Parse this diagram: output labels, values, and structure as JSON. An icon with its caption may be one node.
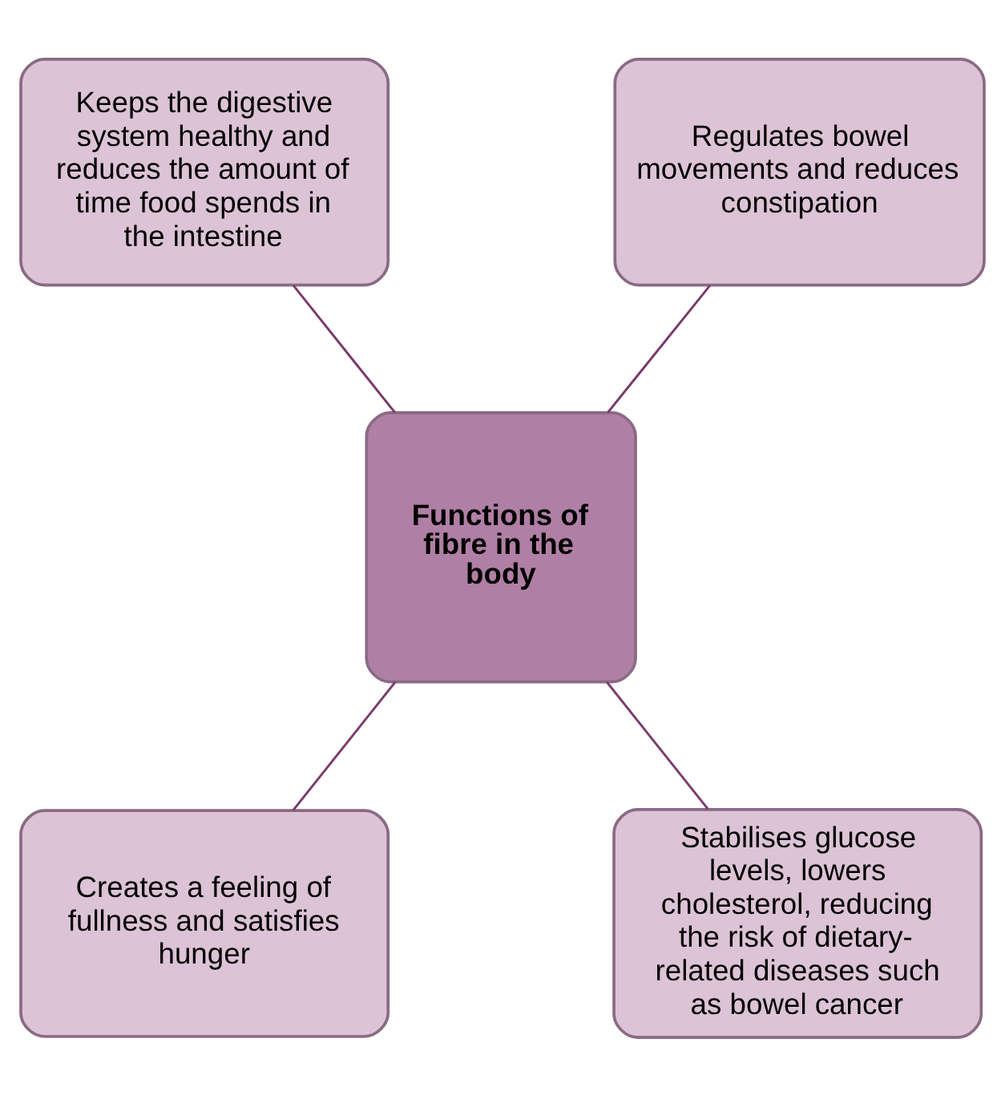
{
  "diagram": {
    "nodes": [
      {
        "text": [
          "Functions of fibre in the body"
        ]
      },
      {
        "text": [
          "Keeps the digestive system healthy and reduces the amount of time food spends in the intestine"
        ]
      },
      {
        "text": [
          "Regulates bowel movements and reduces constipation"
        ]
      },
      {
        "text": [
          "Creates a feeling of fullness and satisfies hunger"
        ]
      },
      {
        "text": [
          "Stabilises glucose levels, lowers cholesterol, reducing the risk of dietary-related diseases such as bowel cancer"
        ]
      }
    ],
    "edges": [
      {
        "from": 1,
        "to": 0,
        "arrow": "none"
      },
      {
        "from": 2,
        "to": 0,
        "arrow": "none"
      },
      {
        "from": 0,
        "to": 3,
        "arrow": "none"
      },
      {
        "from": 0,
        "to": 4,
        "arrow": "none"
      }
    ]
  }
}
